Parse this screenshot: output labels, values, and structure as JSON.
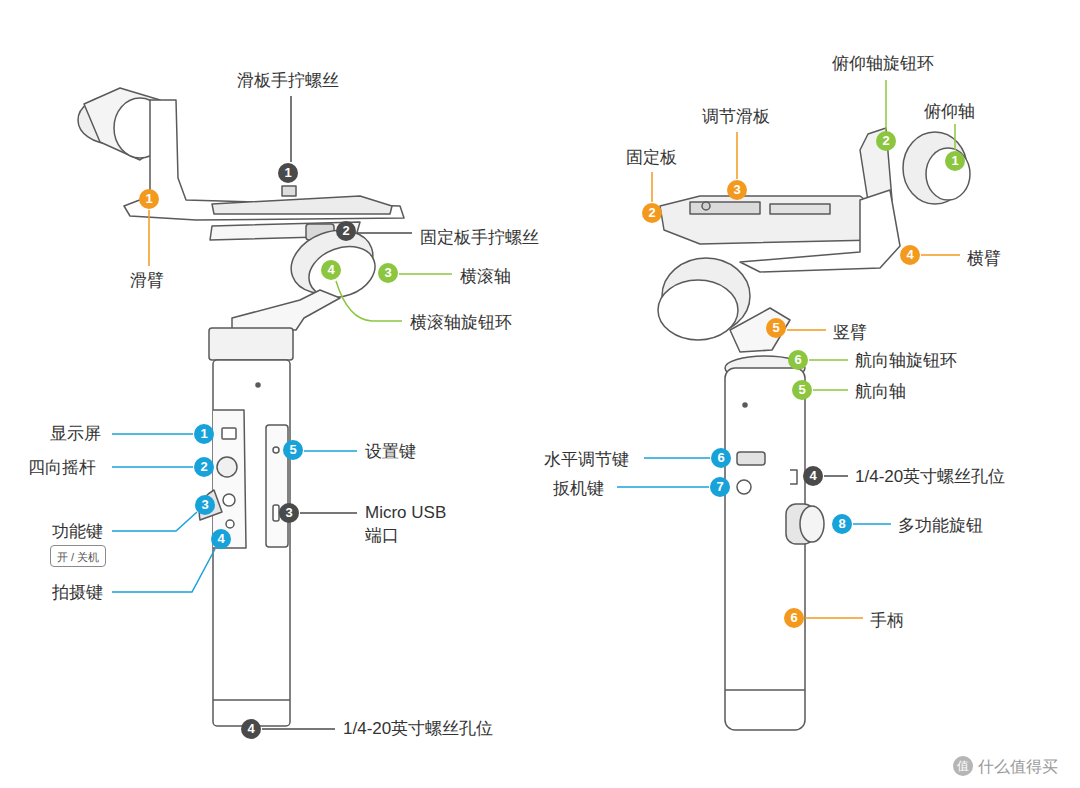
{
  "diagram": {
    "nodes": [
      {
        "text": [
          "开 / 关机"
        ]
      }
    ],
    "labels": [
      "滑板手拧螺丝",
      "1",
      "1",
      "2",
      "固定板手拧螺丝",
      "4",
      "3",
      "横滚轴",
      "滑臂",
      "横滚轴旋钮环",
      "显示屏",
      "1",
      "设置键",
      "5",
      "四向摇杆",
      "2",
      "3",
      "3",
      "Micro USB 端口",
      "功能键",
      "4",
      "拍摄键",
      "4",
      "1/4-20英寸螺丝孔位",
      "俯仰轴旋钮环",
      "调节滑板",
      "俯仰轴",
      "2",
      "1",
      "固定板",
      "3",
      "2",
      "4",
      "横臂",
      "5",
      "竖臂",
      "6",
      "航向轴旋钮环",
      "5",
      "航向轴",
      "水平调节键",
      "6",
      "4",
      "1/4-20英寸螺丝孔位",
      "扳机键",
      "7",
      "8",
      "多功能旋钮",
      "6",
      "手柄",
      "值",
      "什么值得买"
    ]
  }
}
